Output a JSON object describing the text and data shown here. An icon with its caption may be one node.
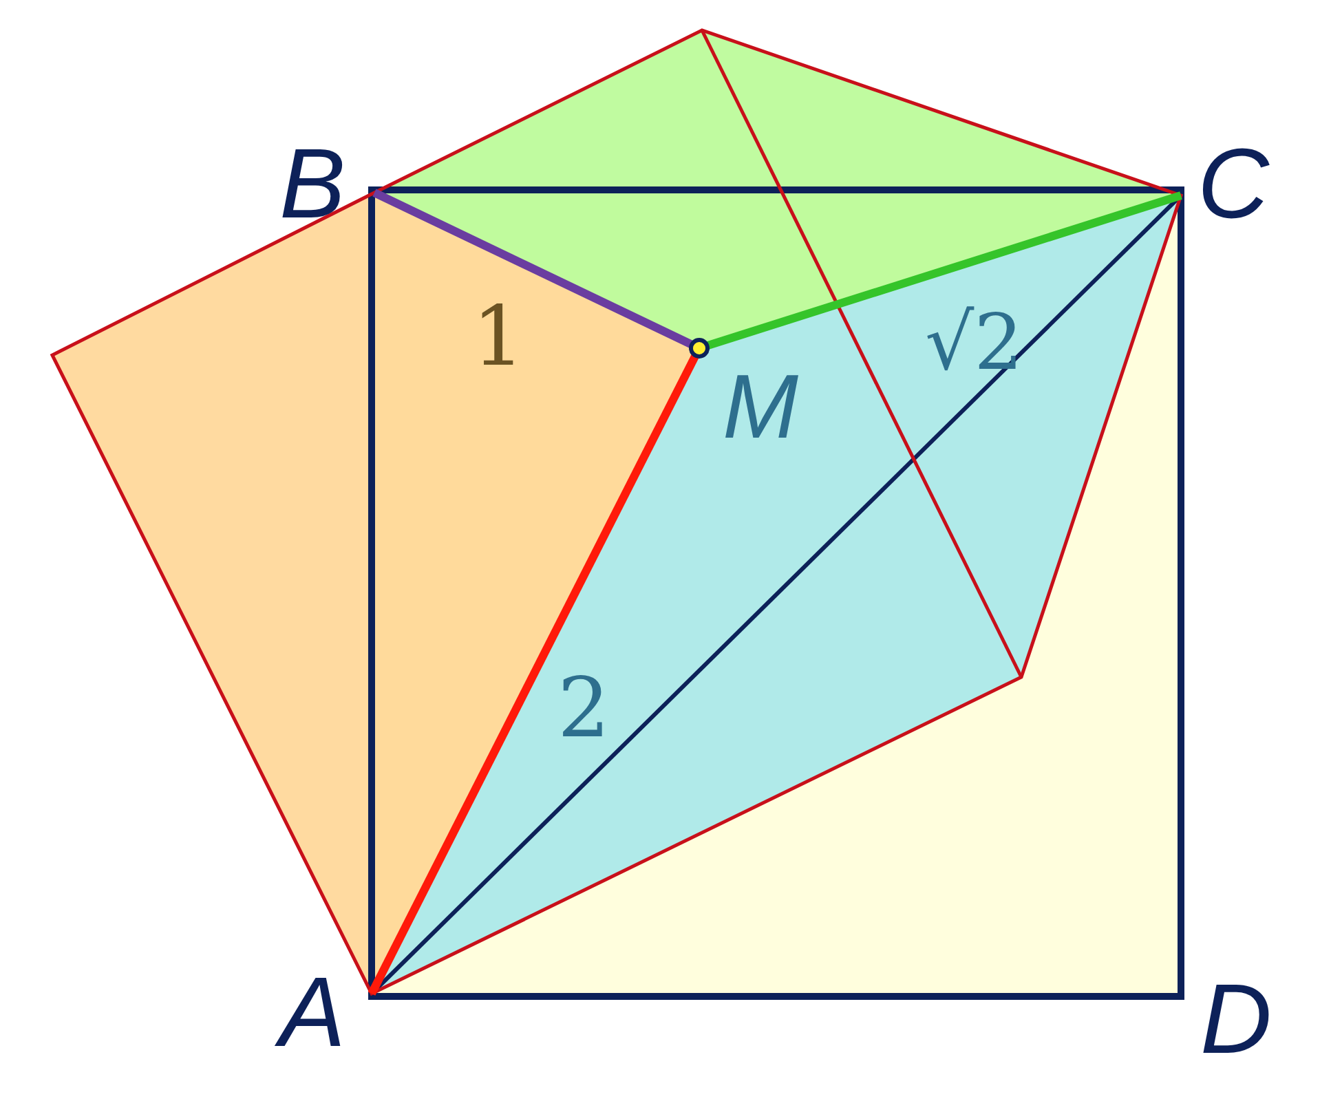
{
  "diagram": {
    "labels": [
      "B",
      "C",
      "1",
      "M",
      "√2",
      "2",
      "A",
      "D"
    ]
  }
}
